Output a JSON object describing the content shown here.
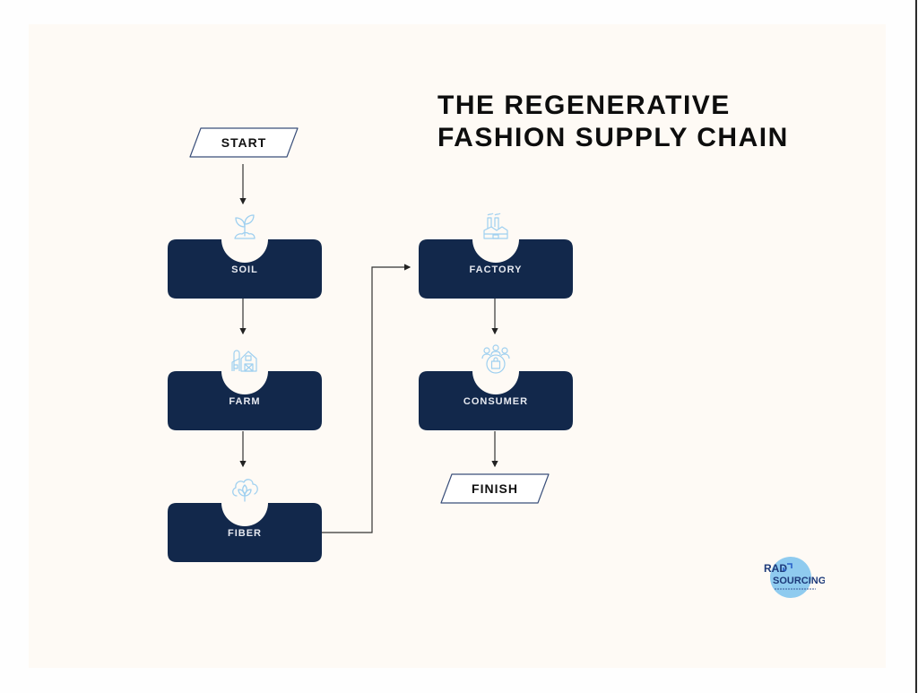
{
  "title": {
    "line1": "THE REGENERATIVE",
    "line2": "FASHION SUPPLY CHAIN"
  },
  "flow": {
    "start": "START",
    "finish": "FINISH",
    "nodes": [
      {
        "id": "soil",
        "label": "SOIL",
        "icon": "sprout-icon"
      },
      {
        "id": "farm",
        "label": "FARM",
        "icon": "barn-icon"
      },
      {
        "id": "fiber",
        "label": "FIBER",
        "icon": "cotton-icon"
      },
      {
        "id": "factory",
        "label": "FACTORY",
        "icon": "factory-icon"
      },
      {
        "id": "consumer",
        "label": "CONSUMER",
        "icon": "consumers-shopping-bag-icon"
      }
    ],
    "edges": [
      [
        "start",
        "soil"
      ],
      [
        "soil",
        "farm"
      ],
      [
        "farm",
        "fiber"
      ],
      [
        "fiber",
        "factory"
      ],
      [
        "factory",
        "consumer"
      ],
      [
        "consumer",
        "finish"
      ]
    ]
  },
  "logo": {
    "line1": "RAD",
    "line2": "SOURCING"
  },
  "colors": {
    "node_fill": "#12284b",
    "icon_stroke": "#9fd0f0",
    "background": "#fefaf5",
    "logo_circle": "#8fcbef",
    "logo_text": "#1d3a7a"
  }
}
